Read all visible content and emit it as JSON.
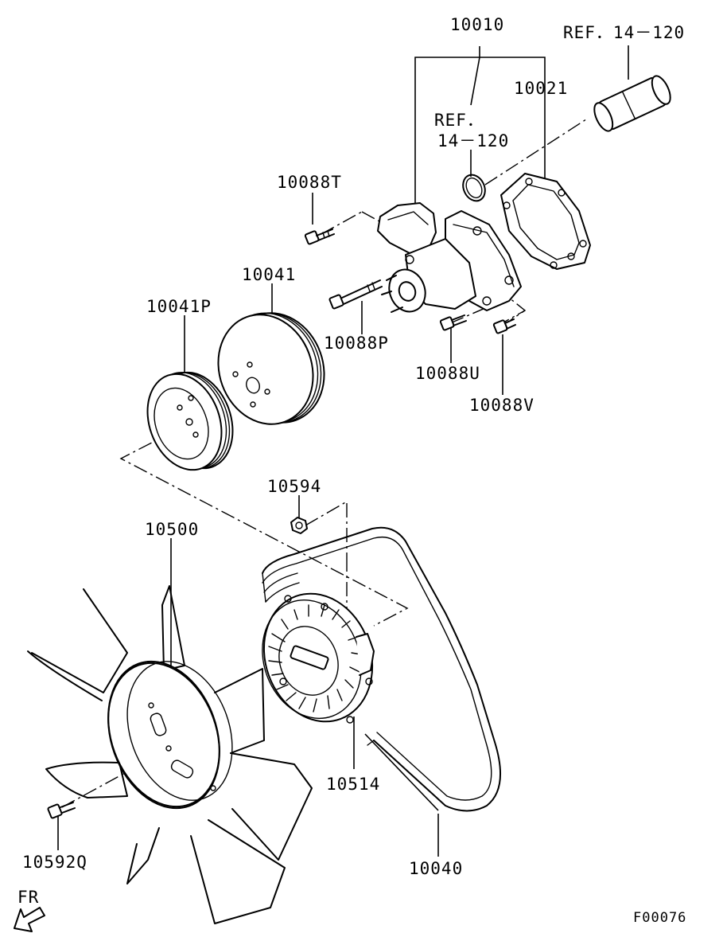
{
  "labels": {
    "pump_assembly": "10010",
    "ref_hose": "REF．14－120",
    "gasket": "10021",
    "ref_oring_line1": "REF．",
    "ref_oring_line2": "14－120",
    "bolt_t": "10088T",
    "pulley_large": "10041",
    "pulley_small": "10041P",
    "bolt_p": "10088P",
    "bolt_u": "10088U",
    "bolt_v": "10088V",
    "nut": "10594",
    "fan": "10500",
    "fan_clutch": "10514",
    "fan_bolt": "10592Q",
    "belt": "10040",
    "front": "FR",
    "figure_code": "F00076"
  }
}
